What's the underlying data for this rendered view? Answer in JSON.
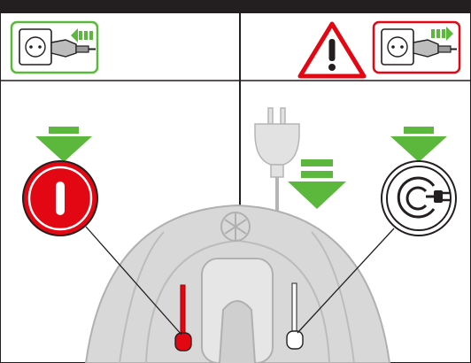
{
  "diagram": {
    "panels": [
      {
        "side": "left",
        "plug_icon": "socket-plug-in-icon",
        "plug_frame_color": "#5cb83c",
        "direction_arrow_color": "#5cb83c",
        "step_arrow": "down-arrow-icon",
        "button": {
          "icon": "power-off-icon",
          "color": "#e30613"
        },
        "lever": {
          "state": "red",
          "color": "#e30613"
        }
      },
      {
        "side": "right",
        "warning": "warning-icon",
        "warning_color": "#e30613",
        "plug_icon": "socket-plug-out-icon",
        "plug_frame_color": "#e30613",
        "direction_arrow_color": "#5cb83c",
        "step_arrow": "down-arrow-icon",
        "button": {
          "icon": "charging-plug-icon",
          "color": "#111111"
        },
        "lever": {
          "state": "white",
          "color": "#ffffff"
        }
      }
    ],
    "colors": {
      "header": "#231f20",
      "divider": "#231f20",
      "arrow_green": "#5cb83c",
      "robot_gray": "#d4d4d4"
    }
  }
}
